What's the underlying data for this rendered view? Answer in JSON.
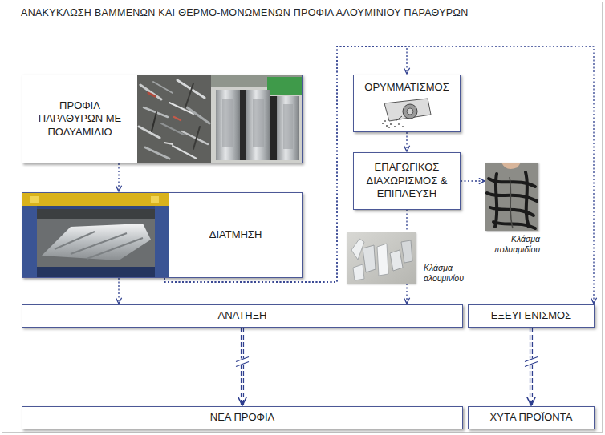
{
  "diagram": {
    "title": "ΑΝΑΚΥΚΛΩΣΗ ΒΑΜΜΕΝΩΝ ΚΑΙ ΘΕΡΜΟ-ΜΟΝΩΜΕΝΩΝ ΠΡΟΦΙΛ ΑΛΟΥΜΙΝΙΟΥ ΠΑΡΑΘΥΡΩΝ",
    "nodes": [
      {
        "text": [
          "ΠΡΟΦΙΛ ΠΑΡΑΘΥΡΩΝ ΜΕ ΠΟΛΥΑΜΙΔΙΟ"
        ]
      },
      {
        "text": [
          "ΘΡΥΜΜΑΤΙΣΜΟΣ"
        ]
      },
      {
        "text": [
          "ΔΙΑΤΜΗΣΗ"
        ]
      },
      {
        "text": [
          "ΕΠΑΓΩΓΙΚΟΣ ΔΙΑΧΩΡΙΣΜΟΣ & ΕΠΙΠΛΕΥΣΗ"
        ]
      },
      {
        "text": [
          "Κλάσμα πολυαμιδίου"
        ]
      },
      {
        "text": [
          "Κλάσμα αλουμινίου"
        ]
      },
      {
        "text": [
          "ΑΝΑΤΗΞΗ"
        ]
      },
      {
        "text": [
          "ΕΞΕΥΓΕΝΙΣΜΟΣ"
        ]
      },
      {
        "text": [
          "ΝΕΑ ΠΡΟΦΙΛ"
        ]
      },
      {
        "text": [
          "ΧΥΤΑ ΠΡΟΪΟΝΤΑ"
        ]
      }
    ],
    "edges": [
      {
        "from": 0,
        "to": 2,
        "arrow": "to"
      },
      {
        "from": 2,
        "to": 6,
        "arrow": "to"
      },
      {
        "from": 2,
        "to": 1,
        "arrow": "to"
      },
      {
        "from": 2,
        "to": 7,
        "arrow": "to"
      },
      {
        "from": 1,
        "to": 3,
        "arrow": "to"
      },
      {
        "from": 3,
        "to": 4,
        "arrow": "to"
      },
      {
        "from": 3,
        "to": 5,
        "arrow": "none"
      },
      {
        "from": 5,
        "to": 6,
        "arrow": "to"
      },
      {
        "from": 6,
        "to": 8,
        "arrow": "to"
      },
      {
        "from": 7,
        "to": 9,
        "arrow": "to"
      }
    ]
  }
}
